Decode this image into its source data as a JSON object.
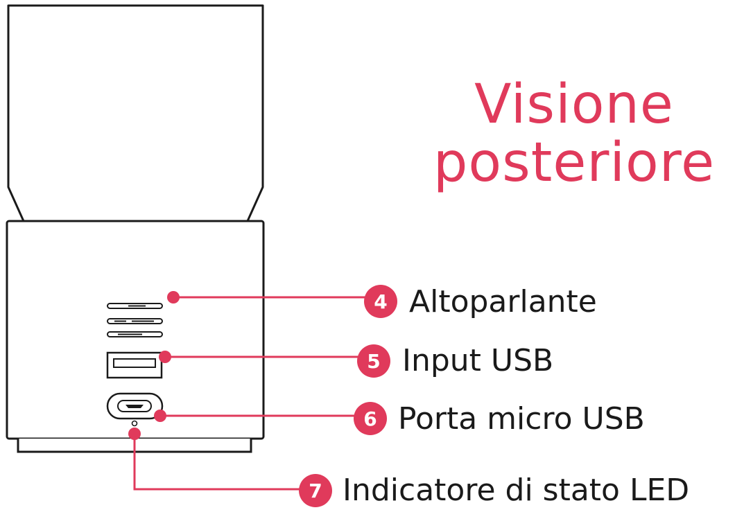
{
  "colors": {
    "accent": "#e03a5b",
    "outline": "#1a1a1a",
    "background": "#ffffff"
  },
  "title": {
    "line1": "Visione",
    "line2": "posteriore"
  },
  "callouts": [
    {
      "number": "4",
      "label": "Altoparlante"
    },
    {
      "number": "5",
      "label": "Input USB"
    },
    {
      "number": "6",
      "label": "Porta micro USB"
    },
    {
      "number": "7",
      "label": "Indicatore di stato LED"
    }
  ]
}
